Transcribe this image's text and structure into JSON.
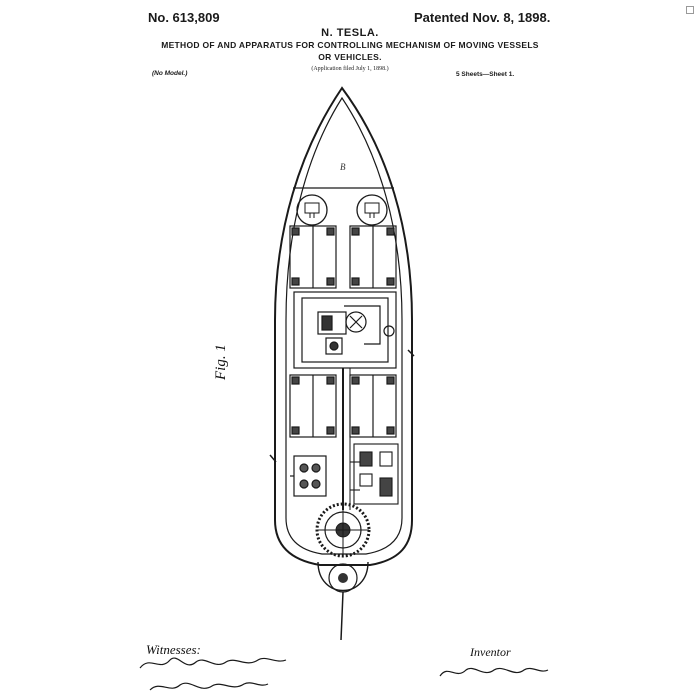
{
  "header": {
    "patent_number": "No. 613,809",
    "patent_date": "Patented Nov. 8, 1898.",
    "inventor_name": "N. TESLA.",
    "title_line_1": "METHOD OF AND APPARATUS FOR CONTROLLING MECHANISM OF MOVING VESSELS",
    "title_line_2": "OR VEHICLES.",
    "application_line": "(Application filed July 1, 1898.)",
    "model_label": "(No Model.)",
    "sheets_label": "5 Sheets—Sheet 1."
  },
  "figure": {
    "label": "Fig. 1"
  },
  "footer": {
    "witnesses_label": "Witnesses:",
    "inventor_label": "Inventor"
  },
  "icons": {
    "corner": "checkbox-icon"
  },
  "colors": {
    "ink": "#1a1a1a",
    "paper": "#ffffff"
  }
}
